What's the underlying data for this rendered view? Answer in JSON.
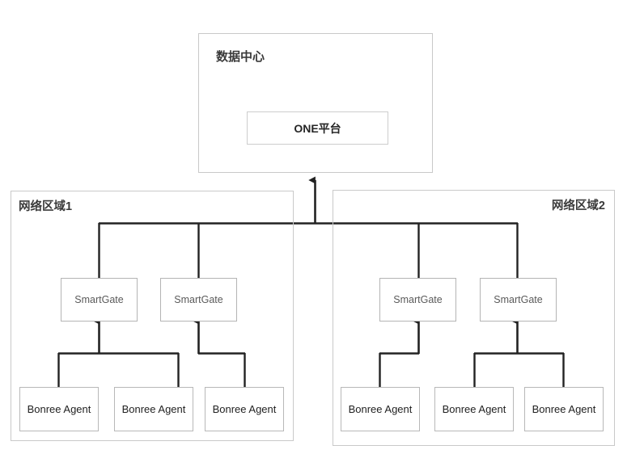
{
  "diagram": {
    "title_text": "数据中心",
    "datacenter": {
      "label": "数据中心",
      "platform": {
        "label": "ONE平台"
      }
    },
    "zones": [
      {
        "label": "网络区域1",
        "label_align": "left",
        "gates": [
          {
            "label": "SmartGate"
          },
          {
            "label": "SmartGate"
          }
        ],
        "agents": [
          {
            "label": "Bonree Agent"
          },
          {
            "label": "Bonree Agent"
          },
          {
            "label": "Bonree Agent"
          }
        ]
      },
      {
        "label": "网络区域2",
        "label_align": "right",
        "gates": [
          {
            "label": "SmartGate"
          },
          {
            "label": "SmartGate"
          }
        ],
        "agents": [
          {
            "label": "Bonree Agent"
          },
          {
            "label": "Bonree Agent"
          },
          {
            "label": "Bonree Agent"
          }
        ]
      }
    ],
    "colors": {
      "background": "#ffffff",
      "container_border": "#c9c9c9",
      "node_border": "#b4b4b4",
      "connector": "#222222",
      "text_dark": "#1f1f1f",
      "text_gray": "#5a5a5a"
    }
  }
}
